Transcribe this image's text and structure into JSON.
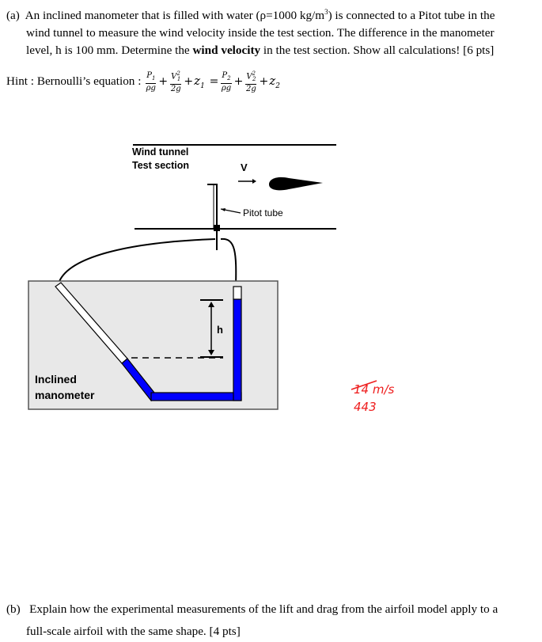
{
  "question_a": {
    "label": "(a)",
    "line1_start": "An inclined manometer that is filled with water (ρ=1000 kg/m",
    "line1_sup": "3",
    "line1_end": ") is connected to a Pitot tube in the",
    "line2": "wind tunnel to measure the wind velocity inside the test section. The difference in the manometer",
    "line3_start": "level, h is 100 mm. Determine the ",
    "line3_bold": "wind velocity",
    "line3_end": " in the test section. Show all calculations! [6 pts]"
  },
  "hint": {
    "label": "Hint : Bernoulli’s equation :",
    "equation": {
      "p1": "P",
      "p1_sub": "1",
      "rho_g": "ρg",
      "v1": "V",
      "v1_sub": "1",
      "two_g": "2g",
      "z1": "z",
      "z1_sub": "1",
      "p2": "P",
      "p2_sub": "2",
      "v2": "V",
      "v2_sub": "2",
      "z2": "z",
      "z2_sub": "2",
      "sq": "2",
      "plus": "+",
      "equals": "="
    }
  },
  "diagram": {
    "wind_tunnel_label": "Wind tunnel",
    "test_section_label": "Test section",
    "velocity_label": "V",
    "pitot_label": "Pitot tube",
    "h_label": "h",
    "manometer_label_1": "Inclined",
    "manometer_label_2": "manometer",
    "colors": {
      "water": "#0000ff",
      "ink": "#000000",
      "tank_border": "#555555",
      "handwriting": "#ee1c1c"
    }
  },
  "handwritten_answer": {
    "top": "14 m/s",
    "bottom": "443"
  },
  "question_b": {
    "label": "(b)",
    "line1": "Explain how the experimental measurements of the lift and drag from the airfoil model apply to a",
    "line2": "full-scale airfoil with the same shape. [4 pts]"
  }
}
